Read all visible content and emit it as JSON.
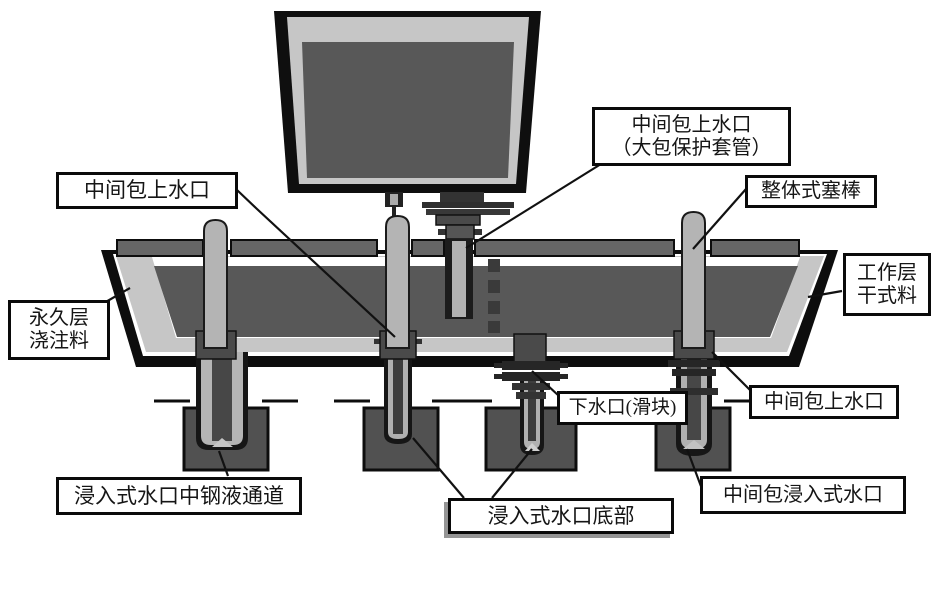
{
  "figure": {
    "type": "technical cross-section diagram",
    "subject": "ladle-tundish-mold continuous casting refractory components"
  },
  "colors": {
    "background": "#ffffff",
    "steel": "#585858",
    "lining_light": "#c6c6c6",
    "cover_gray": "#666666",
    "outline_black": "#0d0d0d",
    "stopper_rod": "#b4b4b4",
    "mold_fill": "#515151",
    "label_border": "#0a0a0a",
    "label_bg": "#ffffff"
  },
  "labels": {
    "shroud_top": {
      "line1": "中间包上水口",
      "line2": "（大包保护套管）"
    },
    "upper_nozzle_left": {
      "line1": "中间包上水口"
    },
    "stopper": {
      "line1": "整体式塞棒"
    },
    "working_layer": {
      "line1": "工作层",
      "line2": "干式料"
    },
    "permanent_layer": {
      "line1": "永久层",
      "line2": "浇注料"
    },
    "lower_nozzle_slide": {
      "line1": "下水口(滑块)"
    },
    "upper_nozzle_right": {
      "line1": "中间包上水口"
    },
    "sen_steel_channel": {
      "line1": "浸入式水口中钢液通道"
    },
    "sen_bottom": {
      "line1": "浸入式水口底部"
    },
    "tundish_sen": {
      "line1": "中间包浸入式水口"
    }
  }
}
